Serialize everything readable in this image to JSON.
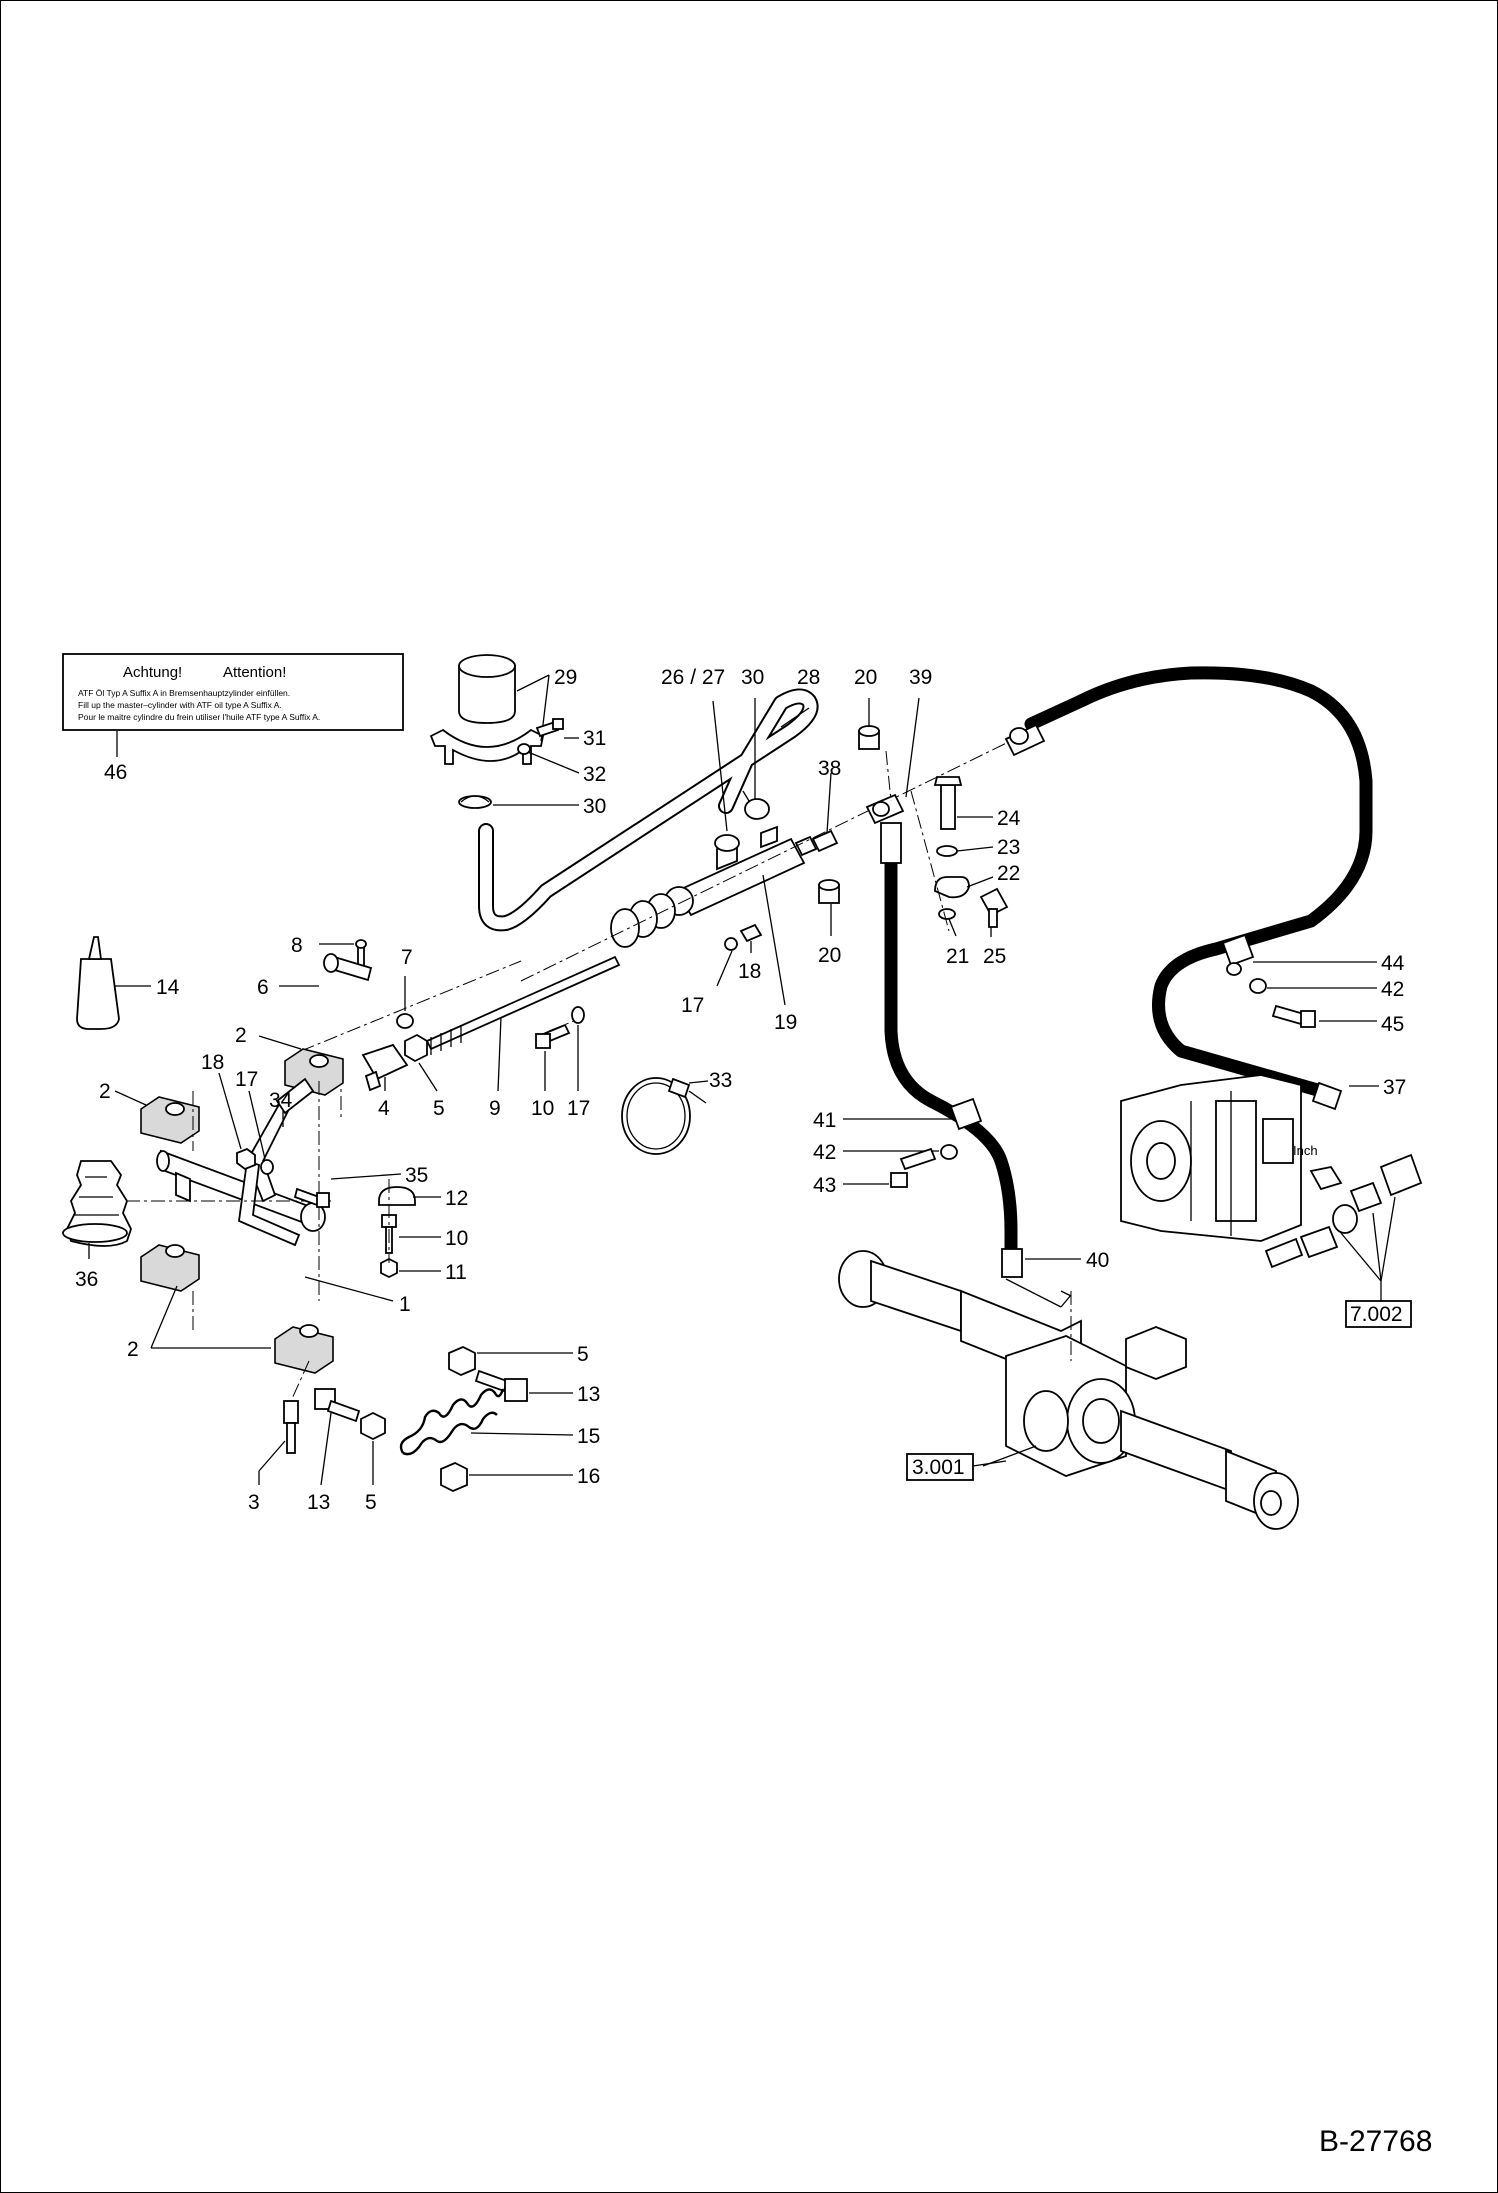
{
  "diagram": {
    "drawing_number": "B-27768",
    "warning_label": {
      "title_de": "Achtung!",
      "title_en": "Attention!",
      "line_de": "ATF Öl Typ A Suffix A in Bremsenhauptzylinder einfüllen.",
      "line_en": "Fill up the master–cylinder with ATF oil type A Suffix A.",
      "line_fr": "Pour le maitre cylindre du frein utiliser l'huile ATF type A Suffix A."
    },
    "unit_marking": "Inch",
    "callouts": {
      "c46": "46",
      "c29": "29",
      "c31": "31",
      "c32": "32",
      "c30a": "30",
      "c2627": "26 / 27",
      "c30b": "30",
      "c28": "28",
      "c20a": "20",
      "c39": "39",
      "c38": "38",
      "c24": "24",
      "c23": "23",
      "c22": "22",
      "c25": "25",
      "c21": "21",
      "c20b": "20",
      "c18a": "18",
      "c17a": "17",
      "c19": "19",
      "c8": "8",
      "c7": "7",
      "c6": "6",
      "c14": "14",
      "c2a": "2",
      "c2b": "2",
      "c18b": "18",
      "c17b": "17",
      "c34": "34",
      "c4": "4",
      "c5a": "5",
      "c9": "9",
      "c10a": "10",
      "c17c": "17",
      "c33": "33",
      "c35": "35",
      "c12": "12",
      "c10b": "10",
      "c11": "11",
      "c1": "1",
      "c36": "36",
      "c2c": "2",
      "c5b": "5",
      "c13a": "13",
      "c15": "15",
      "c16": "16",
      "c3": "3",
      "c13b": "13",
      "c5c": "5",
      "c44": "44",
      "c42a": "42",
      "c45": "45",
      "c37": "37",
      "c41": "41",
      "c42b": "42",
      "c43": "43",
      "c40": "40"
    },
    "references": {
      "axle": "3.001",
      "pump": "7.002"
    }
  }
}
